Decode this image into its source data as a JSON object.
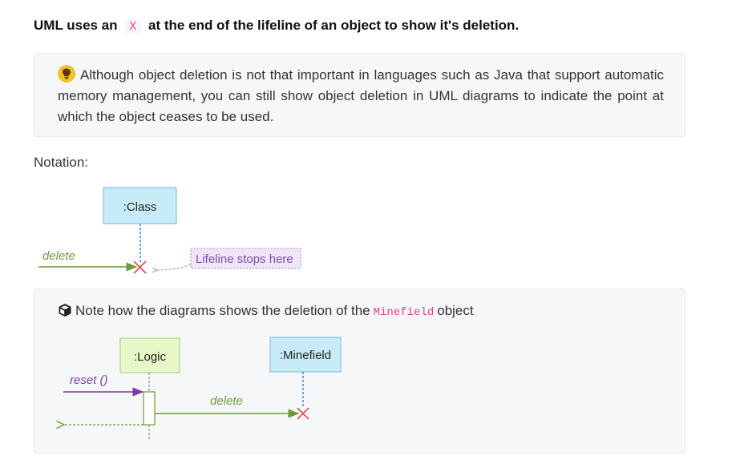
{
  "heading": {
    "before": "UML uses an",
    "symbol": "X",
    "after": "at the end of the lifeline of an object to show it's deletion."
  },
  "tip": {
    "icon": "lightbulb-icon",
    "text": "Although object deletion is not that important in languages such as Java that support automatic memory management, you can still show object deletion in UML diagrams to indicate the point at which the object ceases to be used."
  },
  "notation_label": "Notation:",
  "notation_diagram": {
    "object_label": ":Class",
    "message_label": "delete",
    "callout": "Lifeline stops here"
  },
  "example": {
    "icon": "box-icon",
    "text_before": "Note how the diagrams shows the deletion of the",
    "code": "Minefield",
    "text_after": "object",
    "diagram": {
      "logic_label": ":Logic",
      "minefield_label": ":Minefield",
      "reset_label": "reset ()",
      "delete_label": "delete"
    }
  },
  "colors": {
    "class_box_fill": "#c7ecf8",
    "class_box_stroke": "#79b9d6",
    "logic_box_fill": "#e7f7c8",
    "logic_box_stroke": "#a5c97a",
    "delete_arrow": "#6f9a3e",
    "reset_arrow": "#7d3ea3",
    "callout_fill": "#efe6f8",
    "callout_text": "#7d4cb0",
    "x_mark": "#e8484f",
    "lifeline_blue": "#3f7cc4"
  }
}
